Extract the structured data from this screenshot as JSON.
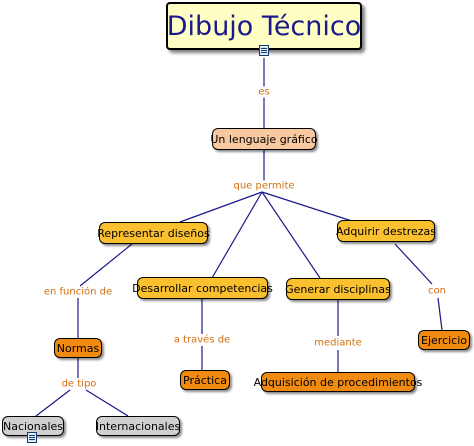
{
  "concepts": {
    "dibujo_tecnico": "Dibujo Técnico",
    "lenguaje_grafico": "Un lenguaje gráfico",
    "representar_disenos": "Representar diseños",
    "adquirir_destrezas": "Adquirir destrezas",
    "desarrollar_competencias": "Desarrollar competencias",
    "generar_disciplinas": "Generar disciplinas",
    "normas": "Normas",
    "practica": "Práctica",
    "adquisicion_procedimientos": "Adquisición de procedimientos",
    "ejercicio": "Ejercicio",
    "nacionales": "Nacionales",
    "internacionales": "Internacionales"
  },
  "linking_phrases": {
    "es": "es",
    "que_permite": "que permite",
    "en_funcion_de": "en función de",
    "a_traves_de": "a través de",
    "mediante": "mediante",
    "con": "con",
    "de_tipo": "de tipo"
  },
  "colors": {
    "title_fill": "#ffffc4",
    "title_text": "#1a1a8c",
    "peach": "#f8c8a0",
    "yellow": "#fbc02d",
    "orange": "#f18a10",
    "gray": "#d0d0d0",
    "line": "#1a1a8c",
    "phrase_text": "#d46f12"
  },
  "icons": [
    "resource-icon"
  ]
}
